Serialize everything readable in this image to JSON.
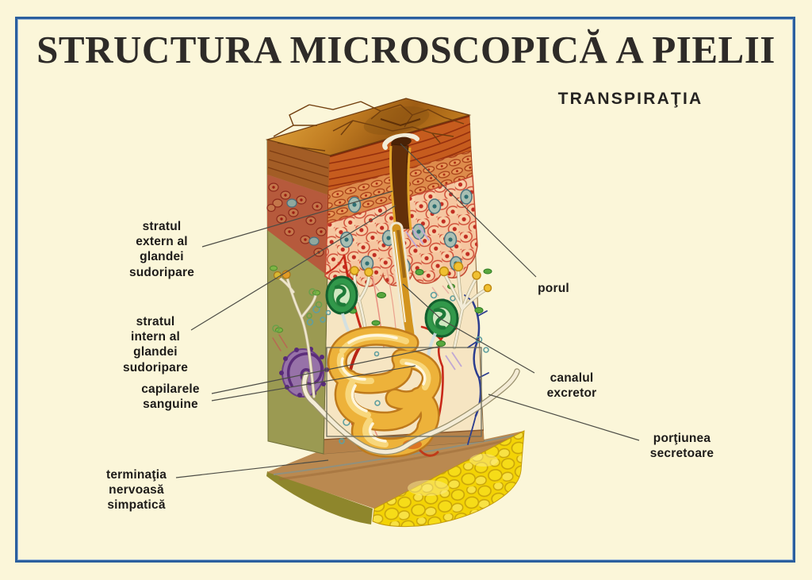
{
  "poster": {
    "title": "STRUCTURA MICROSCOPICĂ A PIELII",
    "subtitle": "TRANSPIRAŢIA"
  },
  "labels": {
    "stratul_extern": "stratul\nextern al\nglandei\nsudoripare",
    "stratul_intern": "stratul\nintern al\nglandei\nsudoripare",
    "capilarele": "capilarele\nsanguine",
    "terminatia": "terminaţia\nnervoasă\nsimpatică",
    "porul": "porul",
    "canalul": "canalul\nexcretor",
    "portiunea": "porţiunea\nsecretoare"
  },
  "colors": {
    "background": "#FBF6D9",
    "border_blue": "#2B5F9E",
    "title_text": "#2E2B28",
    "label_text": "#1D1B19",
    "skin_surface": "#C17D22",
    "stratum_corneum": "#C65C1E",
    "epidermis_pink": "#F5C6A0",
    "dermis_cream": "#F6E5C2",
    "gland_green": "#31984A",
    "duct_gold": "#EDB23A",
    "fat_yellow": "#F3D305",
    "nerve_white": "#F4ECD6",
    "capillary_red": "#C82818",
    "vein_blue": "#2C3D8F",
    "corpuscle_purple": "#9772A8"
  }
}
